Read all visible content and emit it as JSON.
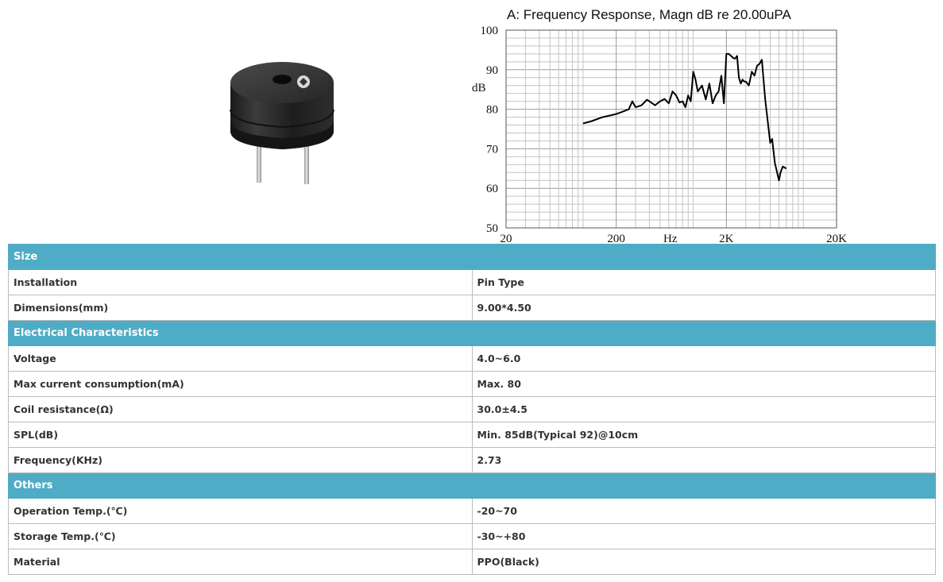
{
  "product": {
    "icon": "buzzer-image"
  },
  "chart_data": {
    "type": "line",
    "title": "A: Frequency Response, Magn dB re 20.00uPA",
    "ylabel": "dB",
    "xlabel": "Hz",
    "xscale": "log",
    "xlim": [
      20,
      20000
    ],
    "ylim": [
      50,
      100
    ],
    "xticks": [
      {
        "value": 20,
        "label": "20"
      },
      {
        "value": 200,
        "label": "200"
      },
      {
        "value": 2000,
        "label": "2K"
      },
      {
        "value": 20000,
        "label": "20K"
      }
    ],
    "yticks": [
      {
        "value": 50,
        "label": "50"
      },
      {
        "value": 60,
        "label": "60"
      },
      {
        "value": 70,
        "label": "70"
      },
      {
        "value": 80,
        "label": "80"
      },
      {
        "value": 90,
        "label": "90"
      },
      {
        "value": 100,
        "label": "100"
      }
    ],
    "grid": true,
    "color": "#000000",
    "x": [
      100,
      120,
      150,
      180,
      200,
      220,
      260,
      280,
      300,
      340,
      380,
      400,
      450,
      500,
      550,
      600,
      650,
      700,
      750,
      800,
      850,
      900,
      950,
      1000,
      1050,
      1100,
      1200,
      1300,
      1400,
      1500,
      1600,
      1700,
      1800,
      1900,
      2000,
      2100,
      2200,
      2300,
      2400,
      2500,
      2600,
      2700,
      2800,
      2900,
      3000,
      3200,
      3400,
      3600,
      3800,
      4000,
      4200,
      4500,
      5000,
      5200,
      5500,
      6000,
      6200,
      6500,
      7000
    ],
    "y": [
      76.4,
      77,
      78,
      78.5,
      78.8,
      79.2,
      80,
      82,
      80.5,
      81,
      82.4,
      82,
      81,
      82,
      82.6,
      81.5,
      84.5,
      83.5,
      81.7,
      82,
      80.5,
      83.5,
      82,
      89.5,
      87.5,
      84.5,
      86,
      82.5,
      86.5,
      81.5,
      83.5,
      84.5,
      88.5,
      81.5,
      94,
      94,
      93.5,
      93,
      92.8,
      93.5,
      88,
      86.5,
      87.5,
      87,
      87,
      86,
      89.5,
      88.5,
      91,
      91.5,
      92.5,
      82.5,
      71.5,
      72.5,
      66.5,
      62,
      64,
      65.5,
      65
    ]
  },
  "table": {
    "rows": [
      {
        "type": "section",
        "label": "Size"
      },
      {
        "type": "row",
        "label": "Installation",
        "value": "Pin Type"
      },
      {
        "type": "row",
        "label": "Dimensions(mm)",
        "value": "9.00*4.50"
      },
      {
        "type": "section",
        "label": "Electrical Characteristics"
      },
      {
        "type": "row",
        "label": "Voltage",
        "value": "4.0~6.0"
      },
      {
        "type": "row",
        "label": "Max current consumption(mA)",
        "value": "Max. 80"
      },
      {
        "type": "row",
        "label": "Coil resistance(Ω)",
        "value": "30.0±4.5"
      },
      {
        "type": "row",
        "label": "SPL(dB)",
        "value": "Min. 85dB(Typical 92)@10cm"
      },
      {
        "type": "row",
        "label": "Frequency(KHz)",
        "value": "2.73"
      },
      {
        "type": "section",
        "label": "Others"
      },
      {
        "type": "row",
        "label": "Operation Temp.(℃)",
        "value": "-20~70"
      },
      {
        "type": "row",
        "label": "Storage Temp.(℃)",
        "value": "-30~+80"
      },
      {
        "type": "row",
        "label": "Material",
        "value": "PPO(Black)"
      }
    ]
  }
}
